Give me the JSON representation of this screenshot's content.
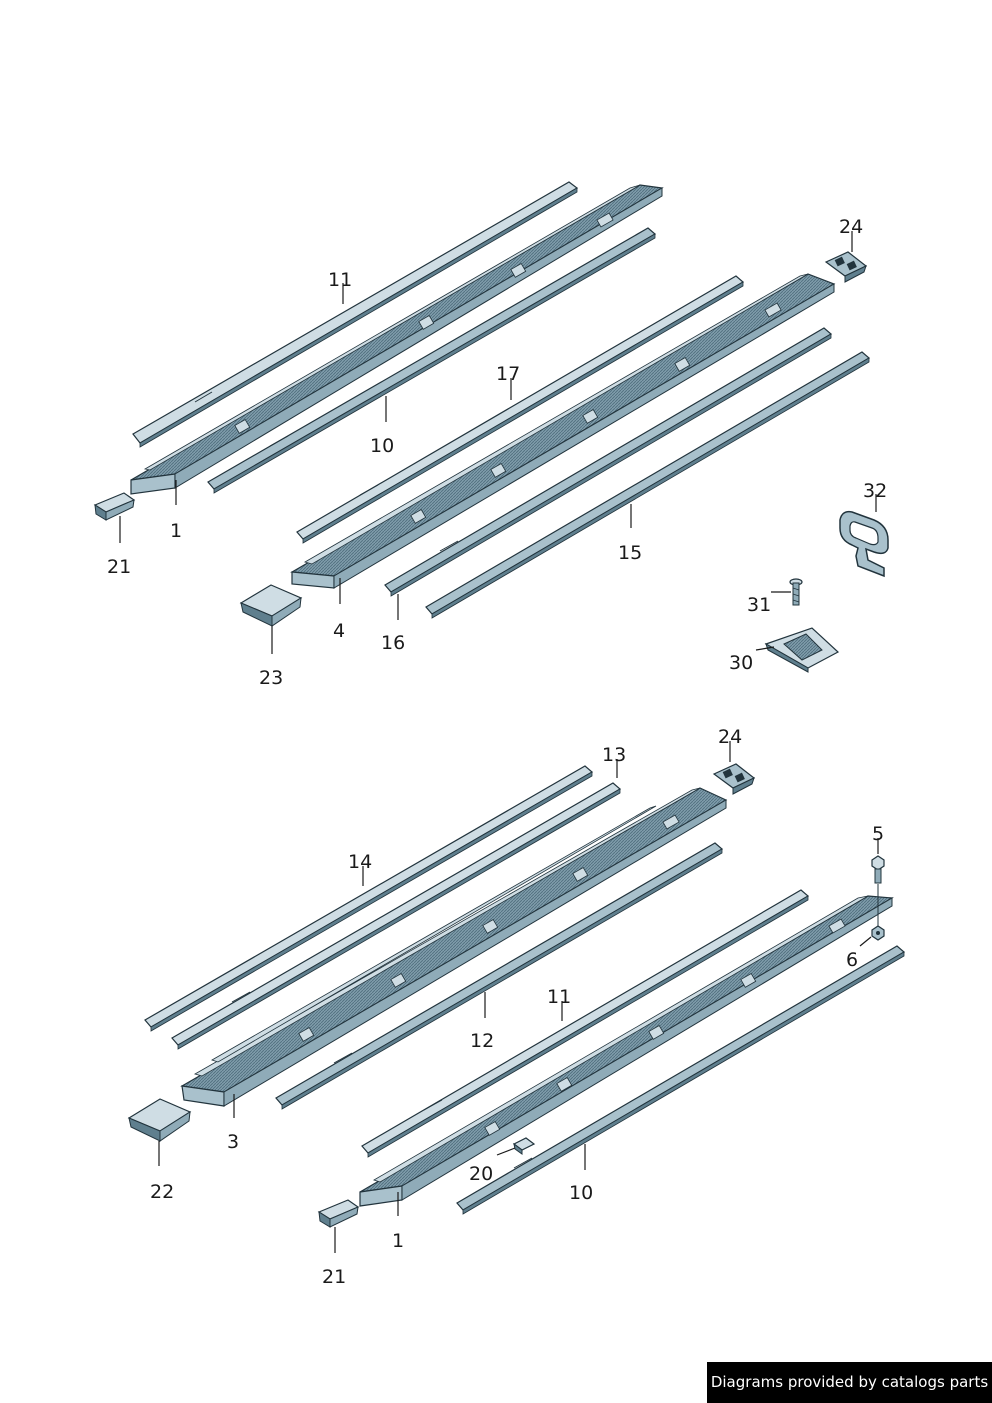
{
  "colors": {
    "part_fill": "#a9c1cc",
    "part_light": "#cfdde4",
    "part_dark": "#5f7f8e",
    "outline": "#22343d"
  },
  "callouts": {
    "top": {
      "c11": "11",
      "c1": "1",
      "c21": "21",
      "c10": "10",
      "c17": "17",
      "c24": "24",
      "c4": "4",
      "c23": "23",
      "c16": "16",
      "c15": "15",
      "c32": "32",
      "c31": "31",
      "c30": "30"
    },
    "bottom": {
      "c13": "13",
      "c24": "24",
      "c14": "14",
      "c5": "5",
      "c6": "6",
      "c12": "12",
      "c11": "11",
      "c3": "3",
      "c22": "22",
      "c20": "20",
      "c10": "10",
      "c1": "1",
      "c21": "21"
    }
  },
  "footer": {
    "text": "Diagrams provided by catalogs parts"
  }
}
